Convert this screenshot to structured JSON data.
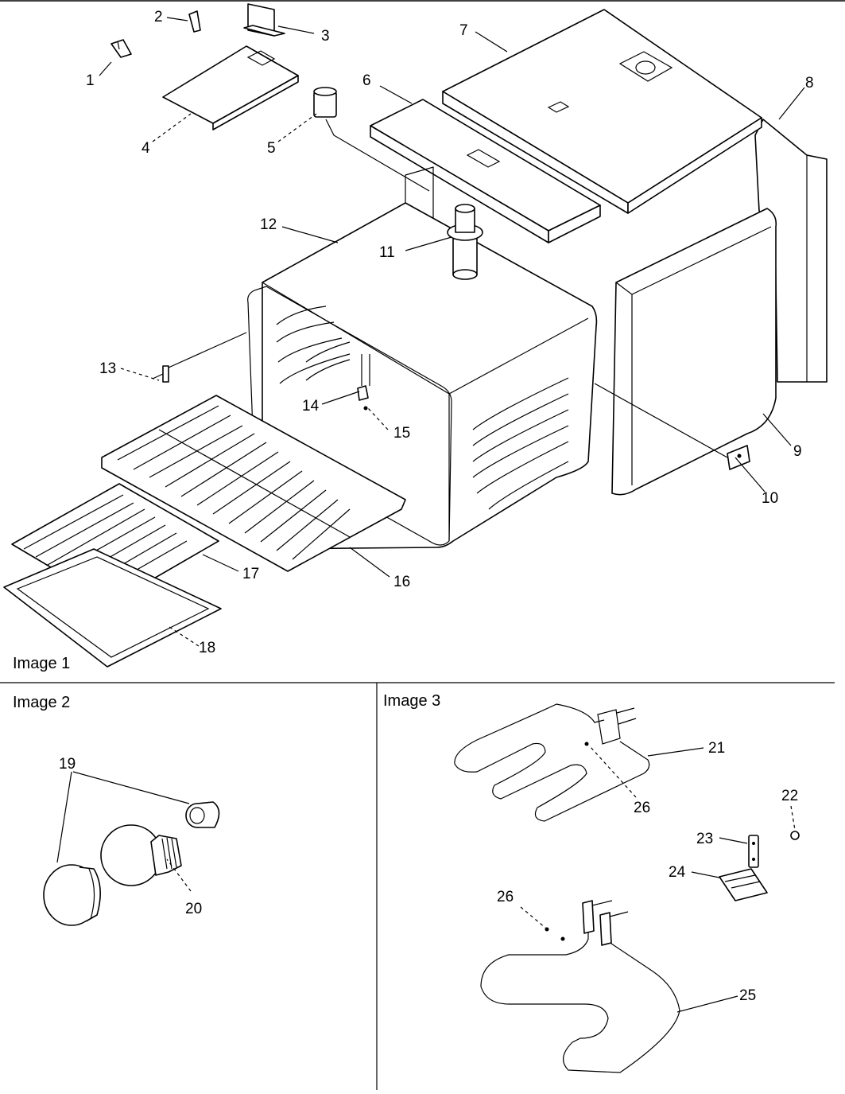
{
  "panels": {
    "image1": "Image 1",
    "image2": "Image 2",
    "image3": "Image 3"
  },
  "callouts": {
    "c1": "1",
    "c2": "2",
    "c3": "3",
    "c4": "4",
    "c5": "5",
    "c6": "6",
    "c7": "7",
    "c8": "8",
    "c9": "9",
    "c10": "10",
    "c11": "11",
    "c12": "12",
    "c13": "13",
    "c14": "14",
    "c15": "15",
    "c16": "16",
    "c17": "17",
    "c18": "18",
    "c19": "19",
    "c20": "20",
    "c21": "21",
    "c22": "22",
    "c23": "23",
    "c24": "24",
    "c25": "25",
    "c26a": "26",
    "c26b": "26"
  }
}
